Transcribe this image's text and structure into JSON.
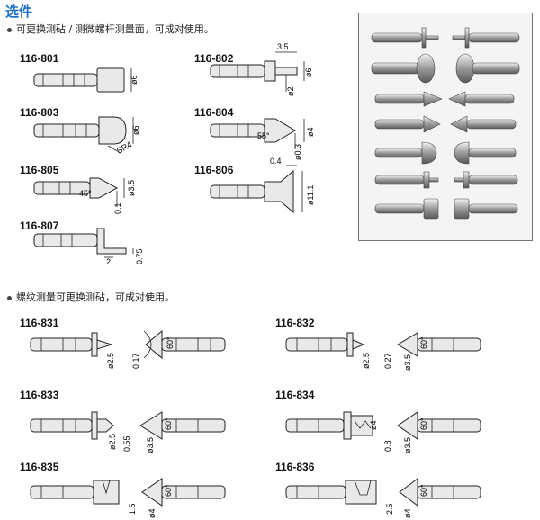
{
  "header": {
    "title": "选件"
  },
  "section1": {
    "bullet": "可更换测砧 / 测微螺杆测量面，可成对使用。"
  },
  "section2": {
    "bullet": "螺纹测量可更换测砧，可成对使用。"
  },
  "parts": {
    "p801": {
      "code": "116-801",
      "dims": [
        "ø6"
      ]
    },
    "p802": {
      "code": "116-802",
      "dims": [
        "3.5",
        "ø6",
        "ø2"
      ]
    },
    "p803": {
      "code": "116-803",
      "dims": [
        "ø6",
        "SR4"
      ]
    },
    "p804": {
      "code": "116-804",
      "dims": [
        "55°",
        "ø4",
        "ø0.3"
      ]
    },
    "p805": {
      "code": "116-805",
      "dims": [
        "45°",
        "ø3.5",
        "0.1"
      ]
    },
    "p806": {
      "code": "116-806",
      "dims": [
        "0.4",
        "ø11.1"
      ]
    },
    "p807": {
      "code": "116-807",
      "dims": [
        "2",
        "0.75"
      ]
    },
    "p831": {
      "code": "116-831",
      "dims": [
        "ø2.5",
        "0.17",
        "60°"
      ]
    },
    "p832": {
      "code": "116-832",
      "dims": [
        "ø2.5",
        "0.27",
        "ø3.5",
        "60°"
      ]
    },
    "p833": {
      "code": "116-833",
      "dims": [
        "ø2.5",
        "0.55",
        "ø3.5",
        "60°"
      ]
    },
    "p834": {
      "code": "116-834",
      "dims": [
        "ø4",
        "0.8",
        "ø3.5",
        "60°"
      ]
    },
    "p835": {
      "code": "116-835",
      "dims": [
        "1.5",
        "ø4",
        "60°"
      ]
    },
    "p836": {
      "code": "116-836",
      "dims": [
        "2.5",
        "ø4",
        "60°"
      ]
    }
  }
}
